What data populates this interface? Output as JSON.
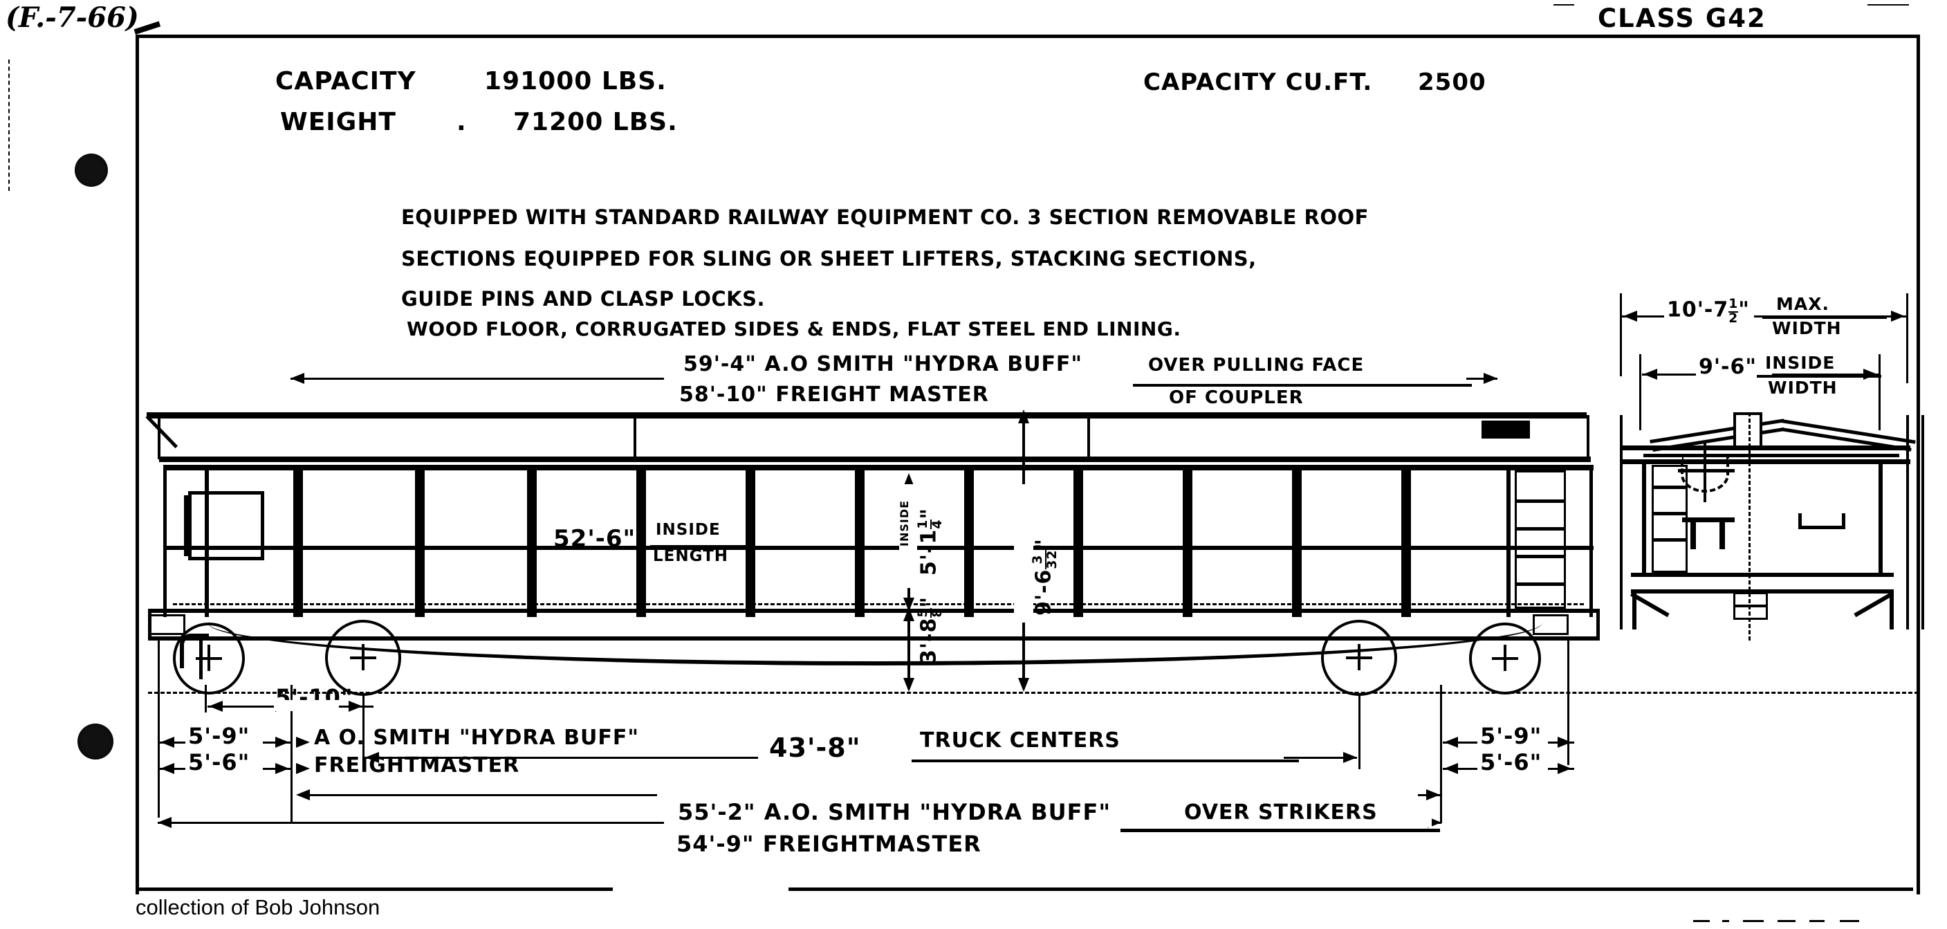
{
  "drawing": {
    "sheet_code": "(F.-7-66)",
    "class_label": "CLASS G42",
    "credit": "collection of Bob Johnson"
  },
  "specs": {
    "capacity_label": "CAPACITY",
    "capacity_value": "191000 LBS.",
    "weight_label": "WEIGHT",
    "weight_dot": ".",
    "weight_value": "71200 LBS.",
    "cuft_label": "CAPACITY CU.FT.",
    "cuft_value": "2500"
  },
  "notes": [
    "EQUIPPED  WITH  STANDARD  RAILWAY  EQUIPMENT  CO.  3 SECTION  REMOVABLE  ROOF",
    "SECTIONS  EQUIPPED  FOR  SLING  OR  SHEET  LIFTERS, STACKING  SECTIONS,",
    "GUIDE PINS  AND  CLASP LOCKS.",
    "WOOD FLOOR, CORRUGATED SIDES & ENDS, FLAT STEEL END LINING."
  ],
  "dimensions": {
    "over_coupler_1": "59'-4\" A.O SMITH \"HYDRA BUFF\"",
    "over_coupler_2": "58'-10\" FREIGHT MASTER",
    "over_coupler_note_1": "OVER PULLING FACE",
    "over_coupler_note_2": "OF COUPLER",
    "inside_length_value": "52'-6\"",
    "inside_length_note_1": "INSIDE",
    "inside_length_note_2": "LENGTH",
    "inside_height_small": "INSIDE",
    "inside_height": "5'-1",
    "inside_height_frac_num": "1",
    "inside_height_frac_den": "4",
    "inside_height_unit": "\"",
    "floor_height": "3'-8",
    "floor_height_frac_num": "5",
    "floor_height_frac_den": "8",
    "floor_height_unit": "\"",
    "extreme_height": "9'-6",
    "extreme_height_frac_num": "3",
    "extreme_height_frac_den": "32",
    "extreme_height_unit": "\"",
    "overhang_mid": "5'-10\"",
    "overhang_left_1": "5'-9\"",
    "overhang_left_1_note": "A O. SMITH \"HYDRA BUFF\"",
    "overhang_left_2": "5'-6\"",
    "overhang_left_2_note": "FREIGHTMASTER",
    "overhang_right_1": "5'-9\"",
    "overhang_right_2": "5'-6\"",
    "truck_centers_value": "43'-8\"",
    "truck_centers_note": "TRUCK CENTERS",
    "over_strikers_1": "55'-2\" A.O. SMITH \"HYDRA BUFF\"",
    "over_strikers_2": "54'-9\" FREIGHTMASTER",
    "over_strikers_note": "OVER STRIKERS",
    "max_width_value": "10'-7",
    "max_width_frac_num": "1",
    "max_width_frac_den": "2",
    "max_width_unit": "\"",
    "max_width_note_1": "MAX.",
    "max_width_note_2": "WIDTH",
    "inside_width_value": "9'-6\"",
    "inside_width_note_1": "INSIDE",
    "inside_width_note_2": "WIDTH"
  },
  "colors": {
    "ink": "#000000",
    "paper": "#ffffff"
  }
}
